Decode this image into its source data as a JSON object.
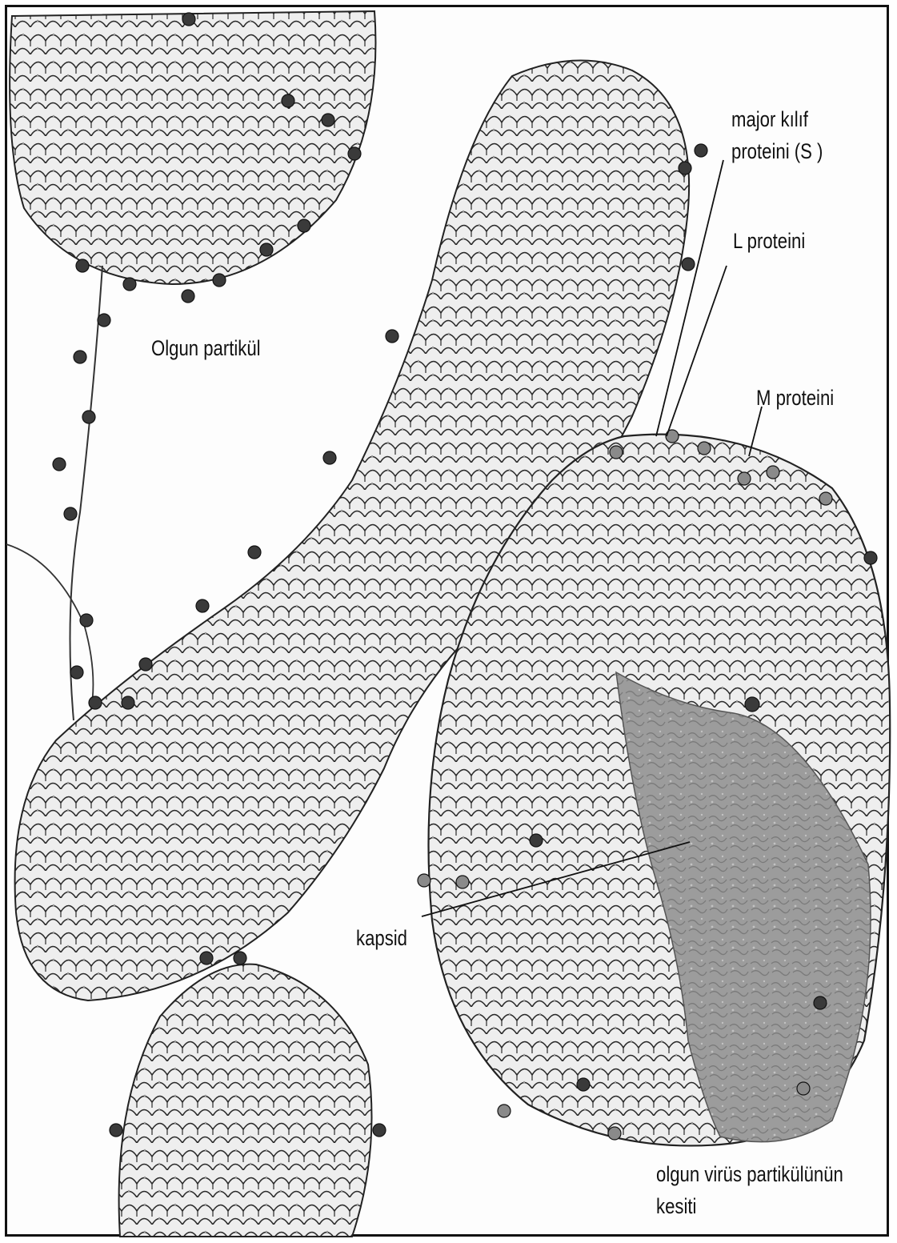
{
  "labels": {
    "major_kilif_line1": "major kılıf",
    "major_kilif_line2": "proteini (S )",
    "l_proteini": "L proteini",
    "olgun_partikul": "Olgun partikül",
    "m_proteini": "M proteini",
    "kapsid": "kapsid",
    "kesit_line1": "olgun virüs partikülünün",
    "kesit_line2": "kesiti"
  },
  "colors": {
    "ink": "#111111",
    "scale_fill": "#e9e9e9",
    "scale_stroke": "#2a2a2a",
    "knob_dark": "#3a3a3a",
    "knob_light": "#8a8a8a",
    "core": "#9c9c9c"
  }
}
